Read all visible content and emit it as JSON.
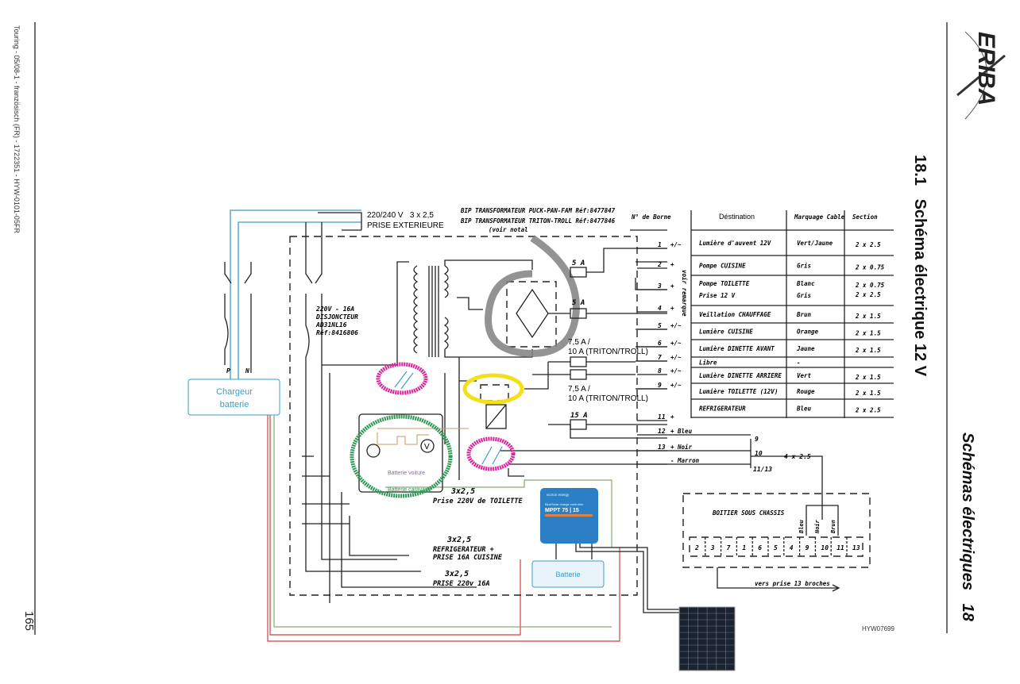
{
  "side_margin": {
    "doc_ref": "Touring - 05/08-1 - französisch (FR) - 1722351 - HYW-0101-05FR",
    "page_number": "165"
  },
  "header": {
    "section_title": "18.1   Schéma électrique 12 V",
    "chapter_title": "Schémas électriques   18",
    "logo_text": "ERIBA",
    "figure_ref": "HYW07699"
  },
  "supply": {
    "voltage": "220/240 V   3 x 2,5",
    "label": "PRISE EXTERIEURE",
    "charger": [
      "Chargeur",
      "batterie"
    ]
  },
  "transformer_note": [
    "BIP TRANSFORMATEUR PUCK-PAN-FAM Réf:8477847",
    "BIP TRANSFORMATEUR TRITON-TROLL Réf:8477846",
    "(voir notal"
  ],
  "breaker": [
    "220V - 16A",
    "DISJONCTEUR",
    "AD31NL16",
    "Réf:8416806"
  ],
  "fuses": {
    "f1": "5 A",
    "f2": "5 A",
    "f3": [
      "7,5 A /",
      "10 A (TRITON/TROLL)"
    ],
    "f4": [
      "7,5 A /",
      "10 A (TRITON/TROLL)"
    ],
    "f5": "15 A"
  },
  "battery_labels": {
    "car": "Batterie voiture",
    "caravan": "Batterie caravane",
    "battery": "Batterie"
  },
  "mppt": {
    "brand": "victron energy",
    "model": "MPPT 75 | 15",
    "subtitle": "BlueSolar charge controller"
  },
  "outlets": [
    {
      "section": "3x2,5",
      "label": "Prise 220V de TOILETTE"
    },
    {
      "section": "3x2,5",
      "label": "REFRIGERATEUR +",
      "label2": "PRISE 16A CUISINE"
    },
    {
      "section": "3x2,5",
      "label": "PRISE 220v 16A"
    }
  ],
  "table": {
    "headers": [
      "N° de Borne",
      "Déstination",
      "Marquage Cable",
      "Section"
    ],
    "remark": "voir remarque",
    "rows": [
      {
        "dest": "Lumière d'auvent 12V",
        "mark": "Vert/Jaune",
        "section": "2 x 2.5"
      },
      {
        "dest": "Pompe CUISINE",
        "mark": "Gris",
        "section": "2 x 0.75"
      },
      {
        "dest": "Pompe TOILETTE",
        "mark": "Blanc",
        "section": "2 x 0.75",
        "dest2": "Prise   12 V",
        "mark2": "Gris",
        "section2": "2 x 2.5"
      },
      {
        "dest": "Veillation CHAUFFAGE",
        "mark": "Brun",
        "section": "2 x 1.5"
      },
      {
        "dest": "Lumière CUISINE",
        "mark": "Orange",
        "section": "2 x 1.5"
      },
      {
        "dest": "Lumière DINETTE AVANT",
        "mark": "Jaune",
        "section": "2 x 1.5"
      },
      {
        "dest": "Libre",
        "mark": "-",
        "section": ""
      },
      {
        "dest": "Lumière DINETTE ARRIERE",
        "mark": "Vert",
        "section": "2 x 1.5"
      },
      {
        "dest": "Lumière TOILETTE (12V)",
        "mark": "Rouge",
        "section": "2 x 1.5"
      },
      {
        "dest": "REFRIGERATEUR",
        "mark": "Bleu",
        "section": "2 x 2.5"
      }
    ]
  },
  "terminals": [
    {
      "n": "1",
      "sym": "+/~"
    },
    {
      "n": "2",
      "sym": "+"
    },
    {
      "n": "3",
      "sym": "+"
    },
    {
      "n": "4",
      "sym": "+"
    },
    {
      "n": "5",
      "sym": "+/~"
    },
    {
      "n": "6",
      "sym": "+/~"
    },
    {
      "n": "7",
      "sym": "+/~"
    },
    {
      "n": "8",
      "sym": "+/~"
    },
    {
      "n": "9",
      "sym": "+/~"
    },
    {
      "n": "11",
      "sym": "+"
    },
    {
      "n": "12",
      "sym": "+ Bleu"
    },
    {
      "n": "13",
      "sym": "+ Noir"
    },
    {
      "n": "",
      "sym": "- Marron"
    }
  ],
  "junction": {
    "j9": "9",
    "j10": "10",
    "j11": "11/13",
    "cable": "4 x 2.5"
  },
  "boitier": {
    "title": "BOITIER SOUS CHASSIS",
    "pins": [
      "2",
      "3",
      "7",
      "1",
      "6",
      "5",
      "4",
      "9",
      "10",
      "11",
      "13"
    ],
    "wires": [
      "Bleu",
      "Noir",
      "Brun"
    ],
    "exit": "vers prise 13 broches"
  },
  "colors": {
    "blue_wire": "#3a9fc8",
    "red_wire": "#d04040",
    "green_mark": "#2e9a55",
    "magenta_mark": "#e0209a",
    "yellow_mark": "#f2e018",
    "gray_mark": "#808080",
    "mppt_blue": "#2b7fc4"
  }
}
